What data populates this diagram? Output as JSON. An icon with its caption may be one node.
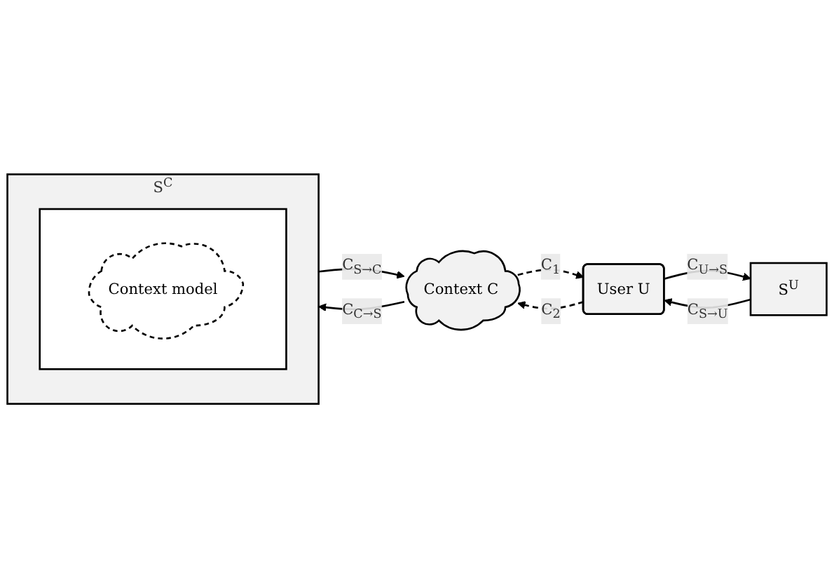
{
  "diagram": {
    "nodes": [
      {
        "text": [
          "Context C"
        ]
      },
      {
        "text": [
          "User U"
        ]
      },
      {
        "text": [
          "S$^{C}$"
        ]
      },
      {
        "text": [],
        "shape": "box",
        "in": 2
      },
      {
        "text": [
          "Context model"
        ],
        "in": 3
      },
      {
        "text": [
          "S$^{U}$"
        ]
      }
    ],
    "edges": [
      {
        "from": 0,
        "to": 2,
        "arrow": "to",
        "label": "C$_{C→S}$"
      },
      {
        "from": 2,
        "to": 0,
        "arrow": "to",
        "label": "C$_{S→C}$"
      },
      {
        "from": 0,
        "to": 1,
        "arrow": "to",
        "label": "C$_{1}$",
        "style": "dashed"
      },
      {
        "from": 1,
        "to": 0,
        "arrow": "to",
        "label": "C$_{2}$",
        "style": "dashed"
      },
      {
        "from": 5,
        "to": 1,
        "arrow": "to",
        "label": "C$_{S→U}$"
      },
      {
        "from": 1,
        "to": 5,
        "arrow": "to",
        "label": "C$_{U→S}$"
      }
    ]
  }
}
